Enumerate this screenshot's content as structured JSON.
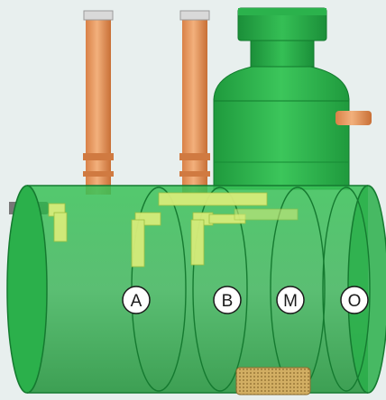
{
  "labels": {
    "a": "A",
    "b": "B",
    "m": "M",
    "o": "O"
  },
  "colors": {
    "background": "#e8efee",
    "tank": "#2fb84d",
    "tank_dark": "#1d8f37",
    "pipe": "#e0935a",
    "internal": "#d6ec7a",
    "filter": "#c9a75a"
  }
}
